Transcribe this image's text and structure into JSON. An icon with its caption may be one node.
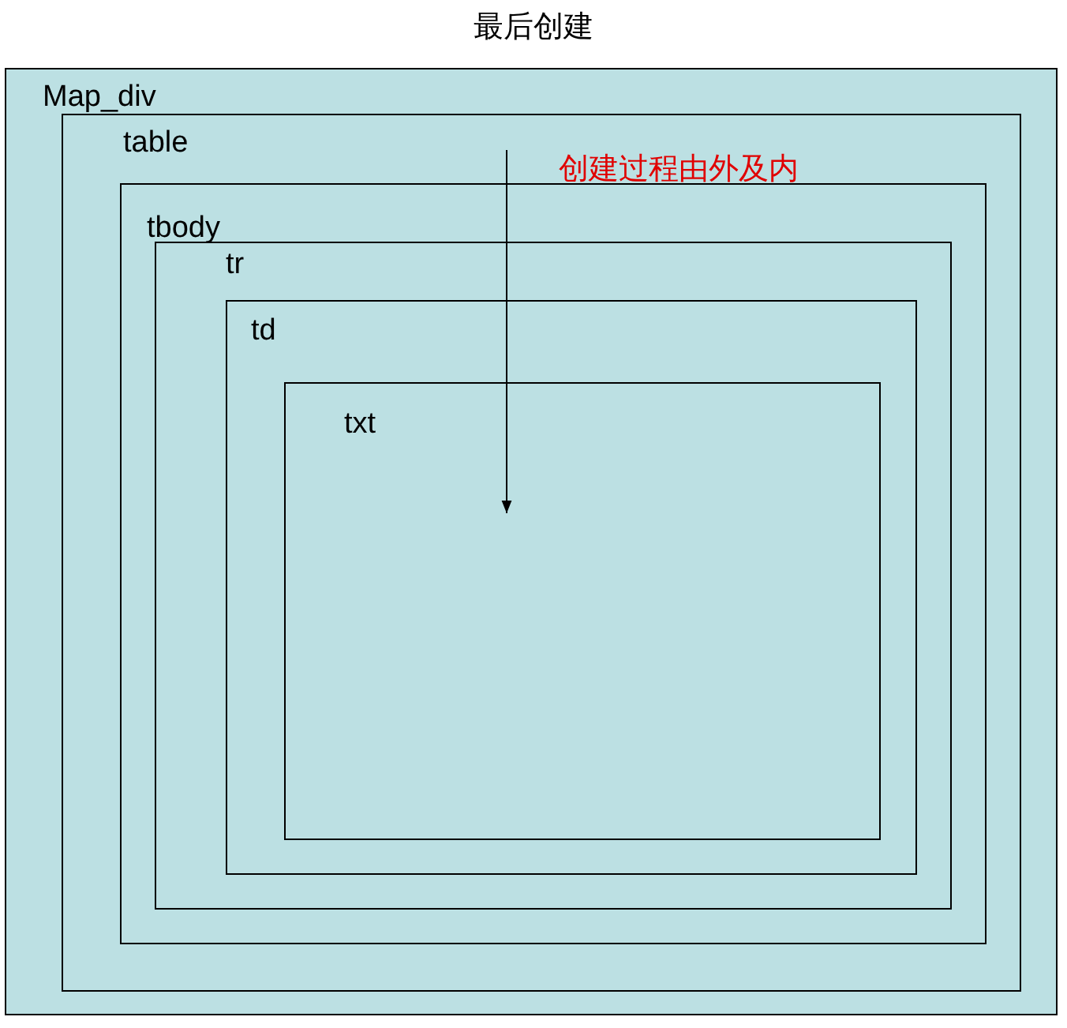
{
  "diagram": {
    "title": "最后创建",
    "nodes": [
      {
        "text": [
          "Map_div"
        ]
      },
      {
        "text": [
          "table"
        ],
        "in": 0
      },
      {
        "text": [
          "tbody"
        ],
        "in": 1
      },
      {
        "text": [
          "tr"
        ],
        "in": 2
      },
      {
        "text": [
          "td"
        ],
        "in": 3
      },
      {
        "text": [
          "txt"
        ],
        "in": 4
      }
    ],
    "labels": [
      "创建过程由外及内"
    ]
  }
}
